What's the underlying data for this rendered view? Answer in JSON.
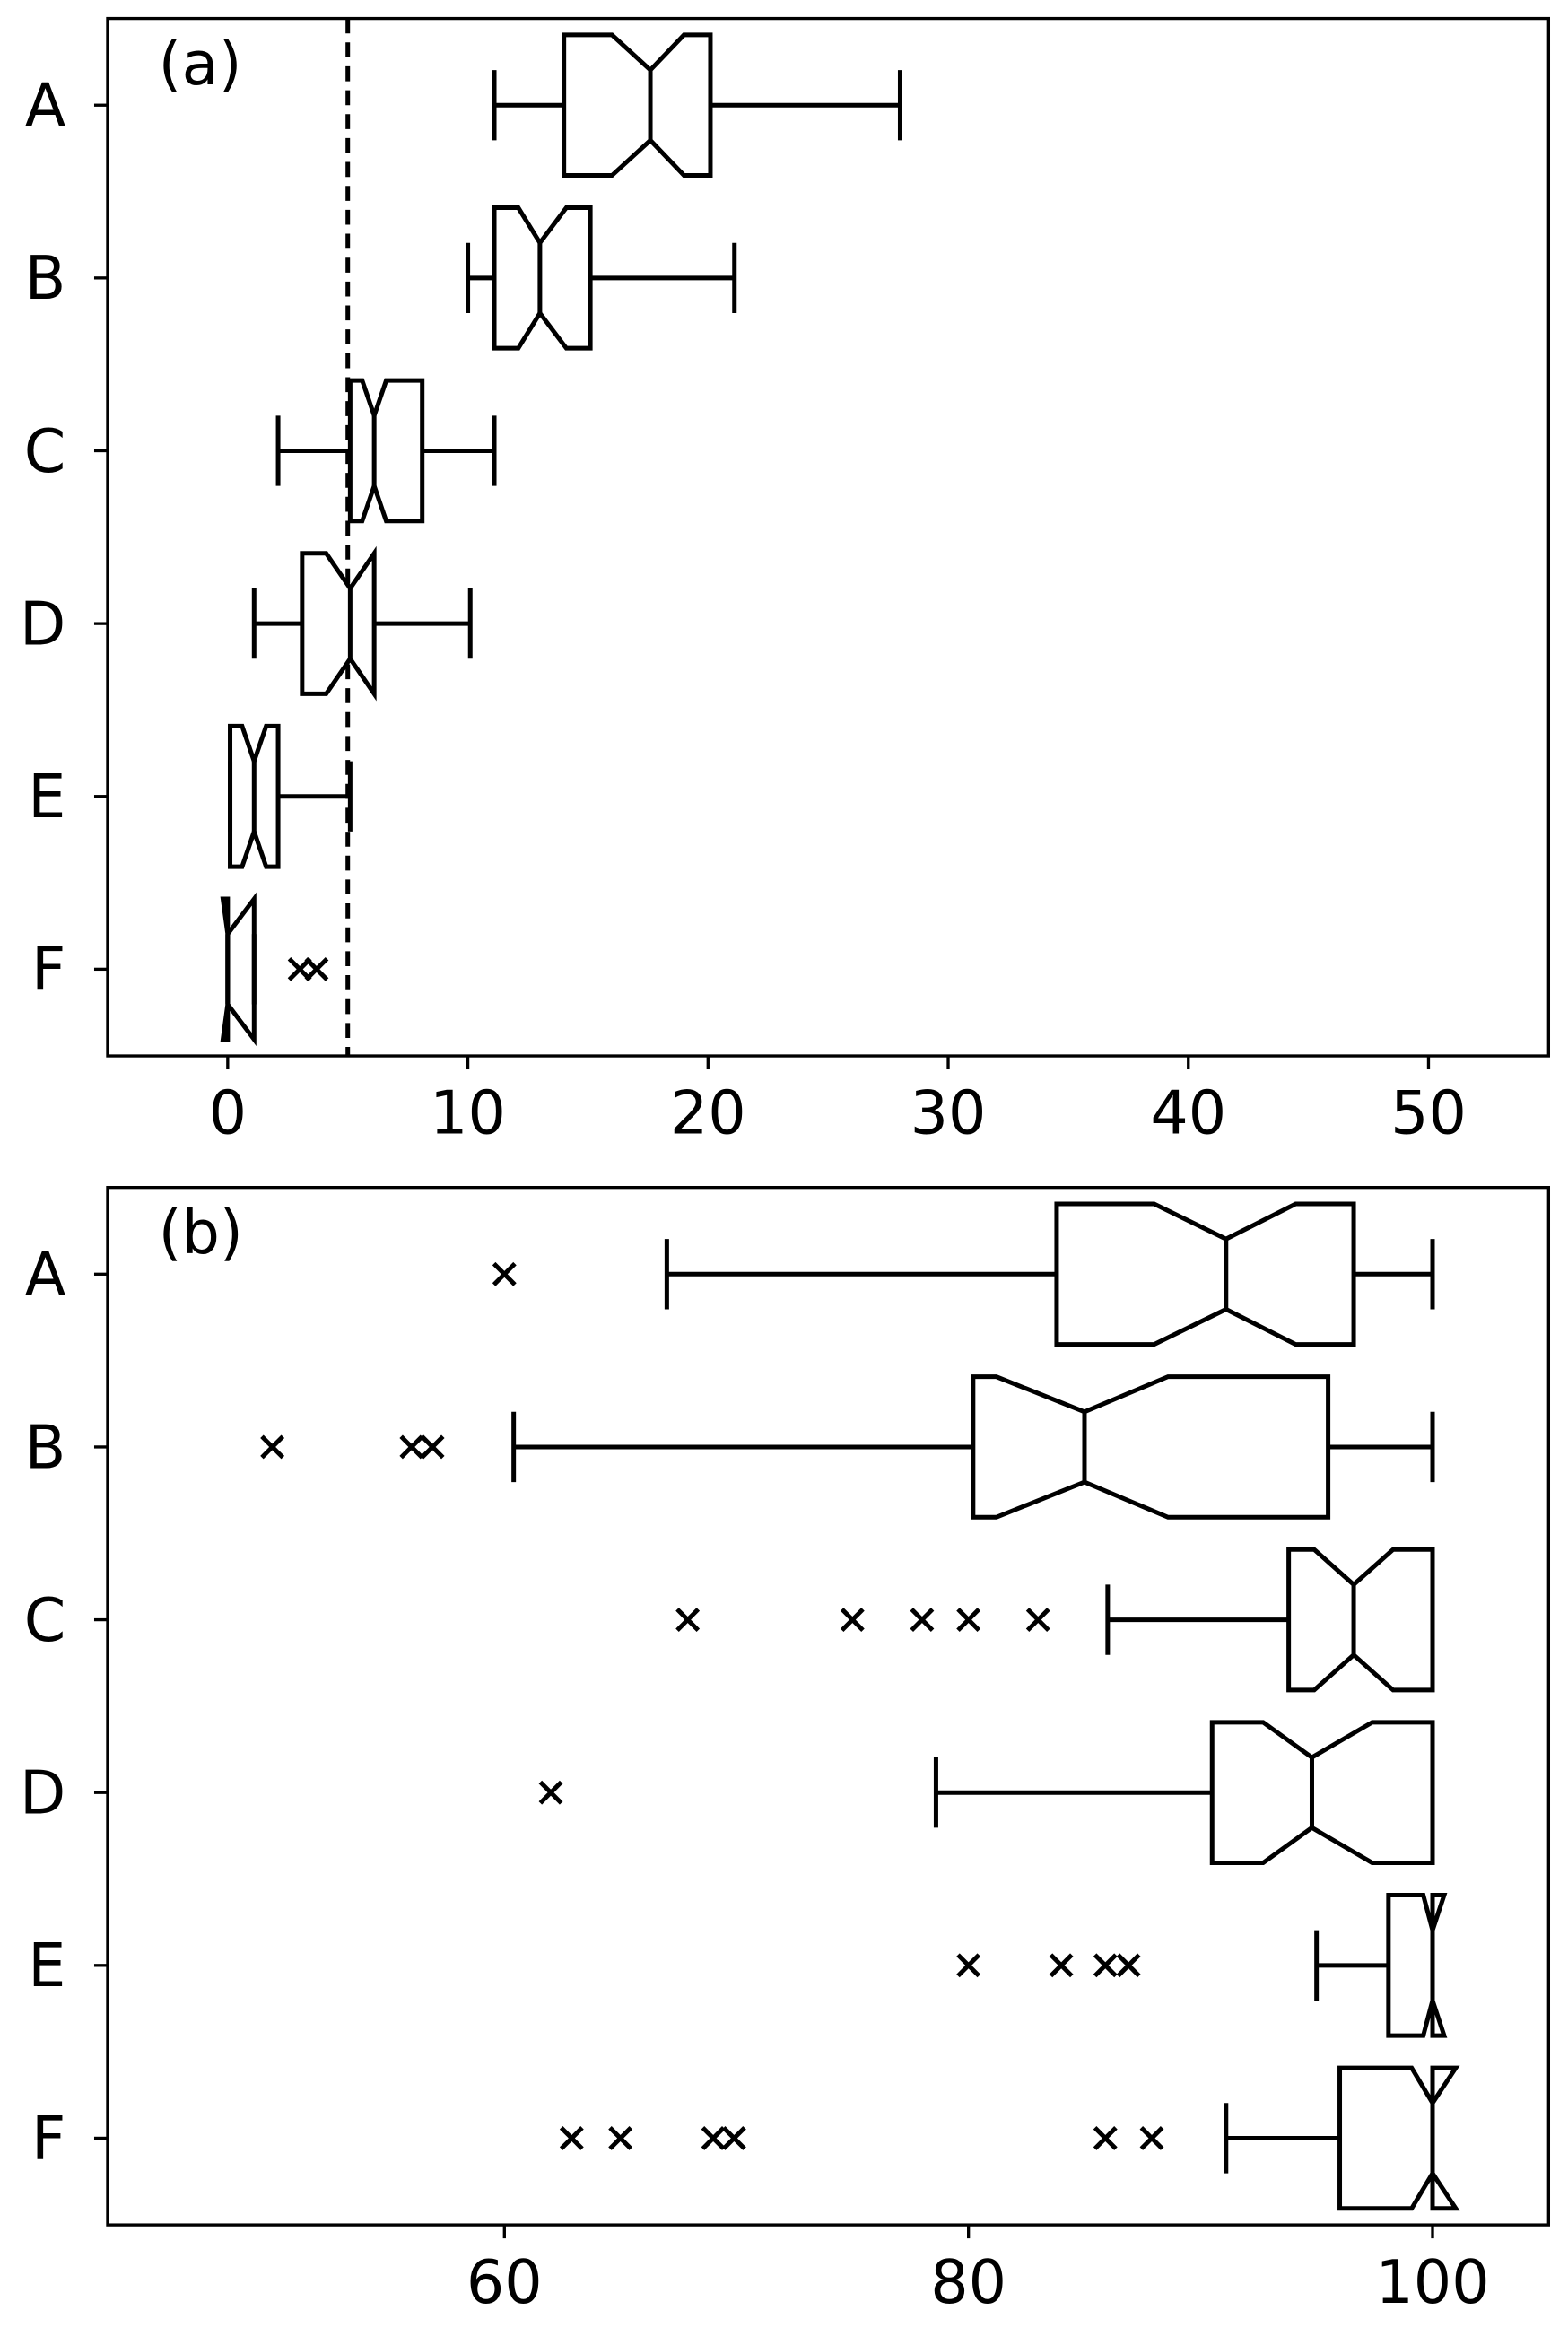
{
  "chart_data": [
    {
      "type": "boxplot",
      "orientation": "horizontal",
      "notched": true,
      "panel_label": "(a)",
      "categories": [
        "A",
        "B",
        "C",
        "D",
        "E",
        "F"
      ],
      "xlim": [
        -5,
        55
      ],
      "xticks": [
        0,
        10,
        20,
        30,
        40,
        50
      ],
      "xtick_labels": [
        "0",
        "10",
        "20",
        "30",
        "40",
        "50"
      ],
      "reference_line": {
        "x": 5,
        "style": "dashed"
      },
      "boxes": [
        {
          "label": "A",
          "whislo": 11.1,
          "q1": 14.0,
          "notch_lo": 16.0,
          "med": 17.6,
          "notch_hi": 19.0,
          "q3": 20.1,
          "whishi": 28.0,
          "fliers": []
        },
        {
          "label": "B",
          "whislo": 10.0,
          "q1": 11.1,
          "notch_lo": 12.1,
          "med": 13.0,
          "notch_hi": 14.1,
          "q3": 15.1,
          "whishi": 21.1,
          "fliers": []
        },
        {
          "label": "C",
          "whislo": 2.1,
          "q1": 5.1,
          "notch_lo": 5.6,
          "med": 6.1,
          "notch_hi": 6.6,
          "q3": 8.1,
          "whishi": 11.1,
          "fliers": []
        },
        {
          "label": "D",
          "whislo": 1.1,
          "q1": 3.1,
          "notch_lo": 4.1,
          "med": 5.1,
          "notch_hi": 6.1,
          "q3": 6.1,
          "whishi": 10.1,
          "fliers": []
        },
        {
          "label": "E",
          "whislo": 0.1,
          "q1": 0.1,
          "notch_lo": 0.6,
          "med": 1.1,
          "notch_hi": 1.6,
          "q3": 2.1,
          "whishi": 5.1,
          "fliers": []
        },
        {
          "label": "F",
          "whislo": 0,
          "q1": 0,
          "notch_lo": -0.2,
          "med": 0,
          "notch_hi": 1.1,
          "q3": 1.1,
          "whishi": 1.1,
          "fliers": [
            3.0,
            3.7
          ]
        }
      ]
    },
    {
      "type": "boxplot",
      "orientation": "horizontal",
      "notched": true,
      "panel_label": "(b)",
      "categories": [
        "A",
        "B",
        "C",
        "D",
        "E",
        "F"
      ],
      "xlim": [
        42.9,
        105
      ],
      "xticks": [
        60,
        80,
        100
      ],
      "xtick_labels": [
        "60",
        "80",
        "100"
      ],
      "boxes": [
        {
          "label": "A",
          "whislo": 67.0,
          "q1": 83.8,
          "notch_lo": 88.0,
          "med": 91.1,
          "notch_hi": 94.1,
          "q3": 96.6,
          "whishi": 100,
          "fliers": [
            60
          ]
        },
        {
          "label": "B",
          "whislo": 60.4,
          "q1": 80.2,
          "notch_lo": 81.2,
          "med": 85.0,
          "notch_hi": 88.6,
          "q3": 95.5,
          "whishi": 100,
          "fliers": [
            50,
            56,
            56.9
          ]
        },
        {
          "label": "C",
          "whislo": 86.0,
          "q1": 93.8,
          "notch_lo": 94.9,
          "med": 96.6,
          "notch_hi": 98.3,
          "q3": 100,
          "whishi": 100,
          "fliers": [
            67.9,
            75,
            78,
            80,
            83
          ]
        },
        {
          "label": "D",
          "whislo": 78.6,
          "q1": 90.5,
          "notch_lo": 92.7,
          "med": 94.8,
          "notch_hi": 97.4,
          "q3": 100,
          "whishi": 100,
          "fliers": [
            62
          ]
        },
        {
          "label": "E",
          "whislo": 95,
          "q1": 98.1,
          "notch_lo": 99.6,
          "med": 100,
          "notch_hi": 100.5,
          "q3": 100,
          "whishi": 100,
          "fliers": [
            80,
            84,
            85.9,
            86.9
          ]
        },
        {
          "label": "F",
          "whislo": 91.1,
          "q1": 96,
          "notch_lo": 99.1,
          "med": 100,
          "notch_hi": 101,
          "q3": 100,
          "whishi": 100,
          "fliers": [
            62.9,
            65,
            69,
            69.9,
            85.9,
            87.9
          ]
        }
      ]
    }
  ]
}
